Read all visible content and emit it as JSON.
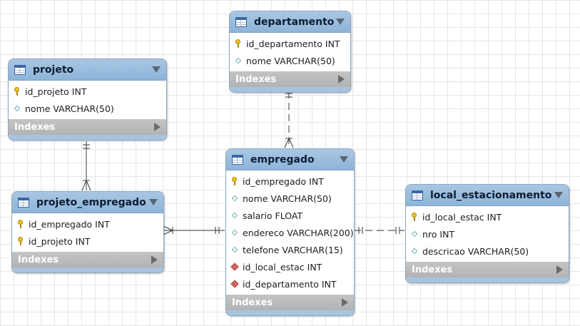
{
  "entities": [
    {
      "id": "departamento",
      "name": "departamento",
      "columns": [
        {
          "text": "id_departamento INT",
          "kind": "pk"
        },
        {
          "text": "nome VARCHAR(50)",
          "kind": "attr"
        }
      ],
      "indexes_label": "Indexes"
    },
    {
      "id": "projeto",
      "name": "projeto",
      "columns": [
        {
          "text": "id_projeto INT",
          "kind": "pk"
        },
        {
          "text": "nome VARCHAR(50)",
          "kind": "attr"
        }
      ],
      "indexes_label": "Indexes"
    },
    {
      "id": "projeto_empregado",
      "name": "projeto_empregado",
      "columns": [
        {
          "text": "id_empregado INT",
          "kind": "pk"
        },
        {
          "text": "id_projeto INT",
          "kind": "pk"
        }
      ],
      "indexes_label": "Indexes"
    },
    {
      "id": "empregado",
      "name": "empregado",
      "columns": [
        {
          "text": "id_empregado INT",
          "kind": "pk"
        },
        {
          "text": "nome VARCHAR(50)",
          "kind": "attr"
        },
        {
          "text": "salario FLOAT",
          "kind": "attr"
        },
        {
          "text": "endereco VARCHAR(200)",
          "kind": "attr"
        },
        {
          "text": "telefone VARCHAR(15)",
          "kind": "attr"
        },
        {
          "text": "id_local_estac INT",
          "kind": "fk"
        },
        {
          "text": "id_departamento INT",
          "kind": "fk"
        }
      ],
      "indexes_label": "Indexes"
    },
    {
      "id": "local_estacionamento",
      "name": "local_estacionamento",
      "columns": [
        {
          "text": "id_local_estac INT",
          "kind": "pk"
        },
        {
          "text": "nro INT",
          "kind": "attr"
        },
        {
          "text": "descricao VARCHAR(50)",
          "kind": "attr"
        }
      ],
      "indexes_label": "Indexes"
    }
  ],
  "relationships": [
    {
      "from": "departamento",
      "to": "empregado",
      "from_end": "one",
      "to_end": "many",
      "identifying": false
    },
    {
      "from": "projeto",
      "to": "projeto_empregado",
      "from_end": "one",
      "to_end": "many",
      "identifying": true
    },
    {
      "from": "projeto_empregado",
      "to": "empregado",
      "from_end": "many",
      "to_end": "one",
      "identifying": true
    },
    {
      "from": "empregado",
      "to": "local_estacionamento",
      "from_end": "one",
      "to_end": "one",
      "identifying": false
    }
  ],
  "colors": {
    "header": "#8db4d8",
    "footer": "#b3b3b3",
    "connector": "#3a3a3a",
    "primary_key": "#f0c21c",
    "foreign_key": "#d06a6a"
  }
}
